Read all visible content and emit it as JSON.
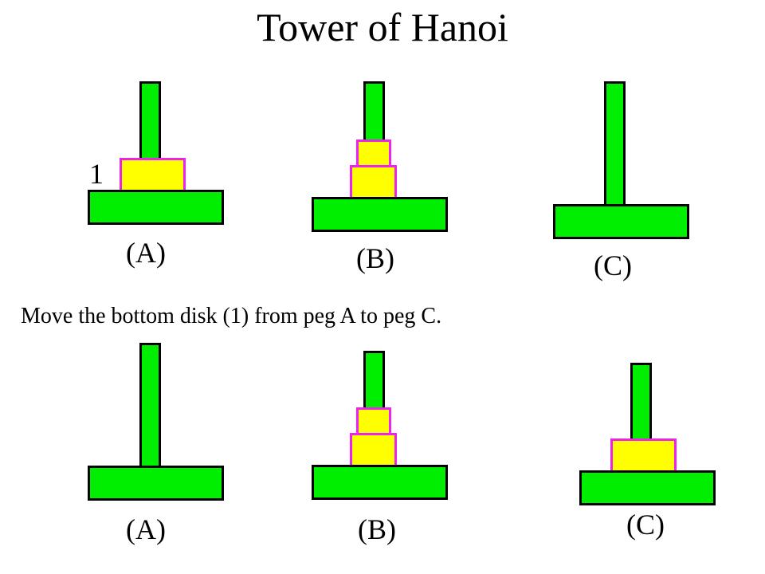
{
  "title": "Tower of Hanoi",
  "caption": "Move the bottom disk (1) from peg A to peg C.",
  "colors": {
    "peg_fill": "#00ee00",
    "peg_outline": "#000000",
    "disk_fill": "#ffff00",
    "disk_outline": "#ee22ee"
  },
  "before": {
    "peg_a": {
      "label": "(A)",
      "disk_label": "1"
    },
    "peg_b": {
      "label": "(B)"
    },
    "peg_c": {
      "label": "(C)"
    }
  },
  "after": {
    "peg_a": {
      "label": "(A)"
    },
    "peg_b": {
      "label": "(B)"
    },
    "peg_c": {
      "label": "(C)"
    }
  }
}
